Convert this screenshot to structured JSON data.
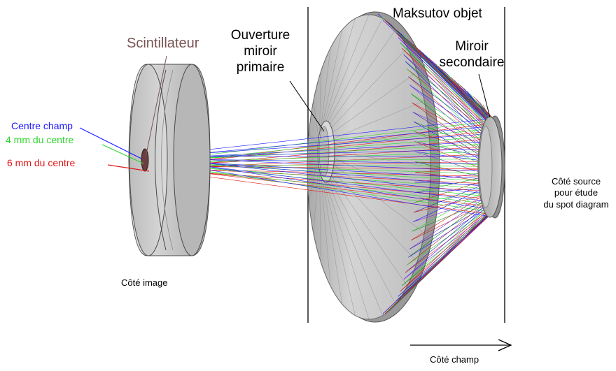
{
  "labels": {
    "maksutov": "Maksutov objet",
    "scintillateur": "Scintillateur",
    "ouverture": [
      "Ouverture",
      "miroir",
      "primaire"
    ],
    "miroir_secondaire": [
      "Miroir",
      "secondaire"
    ],
    "centre_champ": "Centre champ",
    "quatre_mm": "4 mm du centre",
    "six_mm": "6 mm du centre",
    "cote_source": [
      "Côté source",
      "pour étude",
      "du spot diagram"
    ],
    "cote_image": "Côté image",
    "cote_champ": "Côté champ"
  },
  "colors": {
    "centre_champ": "#1a1aff",
    "quatre_mm": "#2fd62f",
    "six_mm": "#e11919",
    "scintillateur": "#7a5454",
    "lens_body": "#c4c4c4",
    "mirror_body": "#cbcbcb"
  }
}
